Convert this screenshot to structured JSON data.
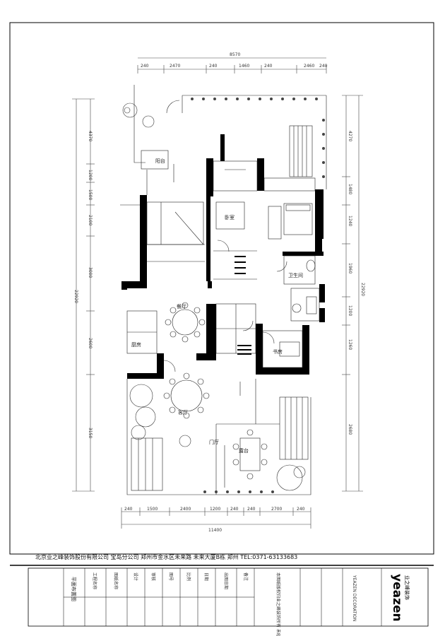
{
  "title_block": {
    "company_line": "北京业之峰装饰股份有限公司 宝岛分公司 郑州市金水区未来路 未来大厦B栋 郑州 TEL:0371-63133683",
    "drawing_name": "平面布置图",
    "cells": [
      "工程名称",
      "图纸名称",
      "设计",
      "审核",
      "图号",
      "比例",
      "日期",
      "出图日期",
      "备注"
    ],
    "notes": "本图纸版权归业之峰装饰所有 未经许可不得复制"
  },
  "brand": {
    "logo_text": "yeazen",
    "logo_sub": "业之峰装饰",
    "tagline": "YEAZEN DECORATION"
  },
  "dimensions": {
    "top_overall": "8570",
    "top_segments": [
      "240",
      "2470",
      "240",
      "1460",
      "240",
      "2460",
      "240"
    ],
    "bottom_overall": "11400",
    "bottom_segments": [
      "240",
      "1500",
      "2400",
      "1200",
      "240",
      "240",
      "2700",
      "240"
    ],
    "right_overall": "22920",
    "right_segments": [
      "4270",
      "1480",
      "1240",
      "1960",
      "1200",
      "1260",
      "2680"
    ],
    "left_overall": "22920",
    "left_segments": [
      "4370",
      "1200",
      "1500",
      "2100",
      "3000",
      "2600",
      "3150"
    ]
  },
  "rooms": {
    "balcony": "阳台",
    "kitchen": "厨房",
    "dining": "餐厅",
    "living": "客厅",
    "bedroom": "卧室",
    "bath": "卫生间",
    "study": "书房",
    "entry": "门厅",
    "terrace": "露台"
  }
}
